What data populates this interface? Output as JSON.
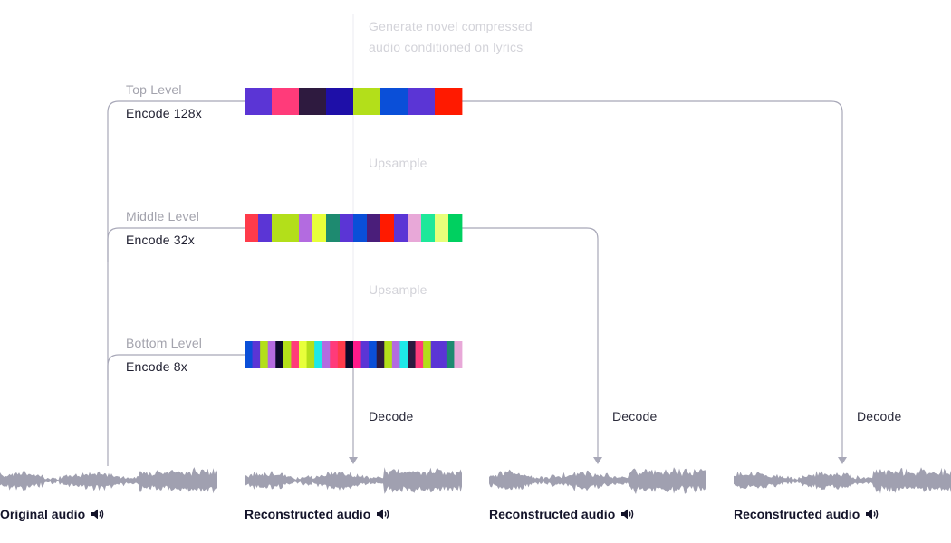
{
  "top_note": [
    "Generate novel compressed",
    "audio conditioned on lyrics"
  ],
  "upsample_label": "Upsample",
  "decode_label": "Decode",
  "levels": [
    {
      "name": "Top Level",
      "encode": "Encode 128x",
      "codes": [
        "#5b35d5",
        "#ff3b7a",
        "#2e1a3f",
        "#1e0fa8",
        "#b3df1a",
        "#0a4fd8",
        "#5b35d5",
        "#ff1a00"
      ]
    },
    {
      "name": "Middle Level",
      "encode": "Encode 32x",
      "codes": [
        "#ff3b4a",
        "#5b35d5",
        "#b3df1a",
        "#b3df1a",
        "#b36be0",
        "#e8ff3a",
        "#1e8a70",
        "#5b35d5",
        "#0a4fd8",
        "#4a1e7a",
        "#ff1a00",
        "#5b35d5",
        "#e8a8d8",
        "#1ee89a",
        "#e8ff7a",
        "#00d060"
      ]
    },
    {
      "name": "Bottom Level",
      "encode": "Encode 8x",
      "codes": [
        "#0a4fd8",
        "#5b35d5",
        "#b3df1a",
        "#b36be0",
        "#0a0a2a",
        "#b3df1a",
        "#ff3b7a",
        "#e8ff3a",
        "#b3df1a",
        "#1ee8e8",
        "#b36be0",
        "#ff3b7a",
        "#ff3b4a",
        "#0a0a2a",
        "#ff1a8a",
        "#5b35d5",
        "#0a4fd8",
        "#2e1a3f",
        "#b3df1a",
        "#b36be0",
        "#1ee8e8",
        "#2e1a3f",
        "#ff3b7a",
        "#b3df1a",
        "#5b35d5",
        "#5b35d5",
        "#1e8a70",
        "#e8a8d8"
      ]
    }
  ],
  "audio_labels": [
    "Original audio",
    "Reconstructed audio",
    "Reconstructed audio",
    "Reconstructed audio"
  ],
  "colors": {
    "line": "#a8a8b8",
    "faint_line": "#eaeaee",
    "waveform": "#a0a0b0",
    "text_dark": "#14142a"
  },
  "icons": {
    "audio": "speaker-icon"
  }
}
